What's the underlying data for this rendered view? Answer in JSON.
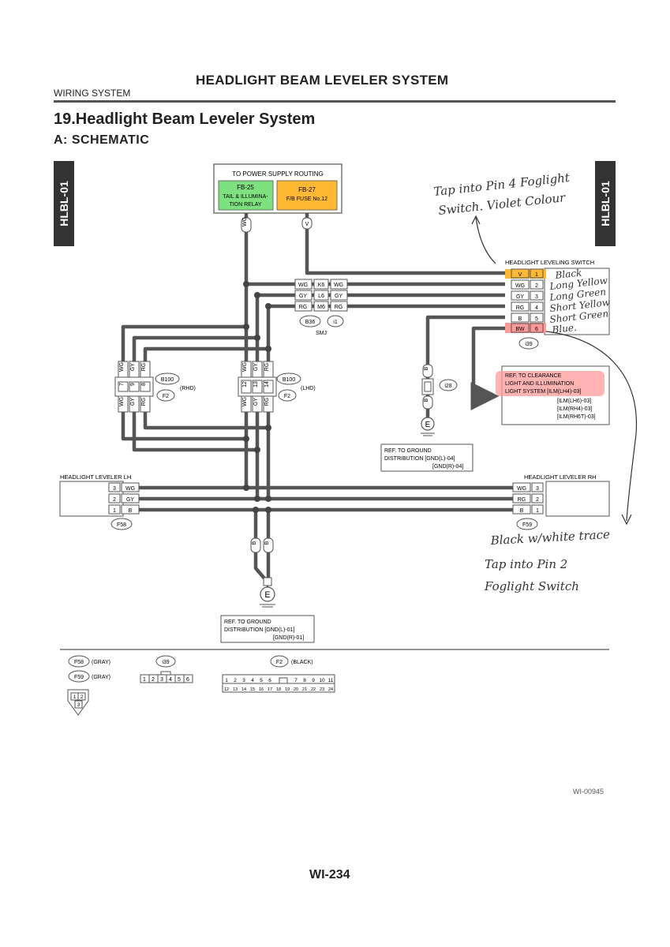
{
  "header": {
    "title": "HEADLIGHT BEAM LEVELER SYSTEM",
    "subtitle": "WIRING SYSTEM",
    "section_title": "19.Headlight Beam Leveler System",
    "section_sub": "A: SCHEMATIC",
    "tab_left": "HLBL-01",
    "tab_right": "HLBL-01"
  },
  "colors": {
    "green_highlight": "#7ee07e",
    "orange_highlight": "#ffb833",
    "red_highlight": "#ff9a9a",
    "wire": "#555555"
  },
  "power": {
    "title": "TO POWER SUPPLY ROUTING",
    "relay_code": "FB-25",
    "relay_name_1": "TAIL & ILLUMINA-",
    "relay_name_2": "TION RELAY",
    "fuse_code": "FB-27",
    "fuse_name": "F/B FUSE No.12",
    "wire_relay": "WG",
    "wire_fuse": "V"
  },
  "smj": {
    "rows": [
      {
        "left": "WG",
        "pin": "K6",
        "right": "WG"
      },
      {
        "left": "GY",
        "pin": "L6",
        "right": "GY"
      },
      {
        "left": "RG",
        "pin": "M6",
        "right": "RG"
      }
    ],
    "conn1": "B36",
    "conn2": "i1",
    "label": "SMJ"
  },
  "rhd": {
    "wires": [
      "WG",
      "GY",
      "RG"
    ],
    "pins": [
      "7",
      "9",
      "8"
    ],
    "conn1": "B100",
    "conn2": "F2",
    "label": "(RHD)"
  },
  "lhd": {
    "wires": [
      "WG",
      "GY",
      "RG"
    ],
    "pins": [
      "12",
      "13",
      "14"
    ],
    "conn1": "B100",
    "conn2": "F2",
    "label": "(LHD)"
  },
  "switch": {
    "title": "HEADLIGHT LEVELING SWITCH",
    "pins": [
      {
        "wire": "V",
        "pin": "1"
      },
      {
        "wire": "WG",
        "pin": "2"
      },
      {
        "wire": "GY",
        "pin": "3"
      },
      {
        "wire": "RG",
        "pin": "4"
      },
      {
        "wire": "B",
        "pin": "5"
      },
      {
        "wire": "BW",
        "pin": "6"
      }
    ],
    "connector": "i39"
  },
  "i28": {
    "conn": "i28",
    "wire": "B",
    "ground": "E"
  },
  "ref_clearance": {
    "line1": "REF. TO CLEARANCE",
    "line2": "LIGHT AND ILLUMINATION",
    "line3": "LIGHT SYSTEM [ILM(LH4)-03]",
    "line4": "[ILM(LH6)-03]",
    "line5": "[ILM(RH4)-03]",
    "line6": "[ILM(RH6T)-03]"
  },
  "ref_ground1": {
    "line1": "REF. TO GROUND",
    "line2": "DISTRIBUTION [GND(L)-04]",
    "line3": "[GND(R)-04]"
  },
  "ref_ground2": {
    "line1": "REF. TO GROUND",
    "line2": "DISTRIBUTION [GND(L)-01]",
    "line3": "[GND(R)-01]"
  },
  "leveler_lh": {
    "title": "HEADLIGHT LEVELER LH",
    "rows": [
      {
        "pin": "3",
        "wire": "WG"
      },
      {
        "pin": "2",
        "wire": "GY"
      },
      {
        "pin": "1",
        "wire": "B"
      }
    ],
    "connector": "F58"
  },
  "leveler_rh": {
    "title": "HEADLIGHT LEVELER RH",
    "rows": [
      {
        "wire": "WG",
        "pin": "3"
      },
      {
        "wire": "RG",
        "pin": "2"
      },
      {
        "wire": "B",
        "pin": "1"
      }
    ],
    "connector": "F59"
  },
  "ground_bottom": {
    "wire_a": "B",
    "wire_b": "B",
    "ground": "E"
  },
  "connector_legend": {
    "f58": "F58",
    "f58_color": "(GRAY)",
    "f59": "F59",
    "f59_color": "(GRAY)",
    "f58_pins": [
      "1",
      "2",
      "3"
    ],
    "i39": "i39",
    "i39_pins": [
      "1",
      "2",
      "3",
      "4",
      "5",
      "6"
    ],
    "f2": "F2",
    "f2_color": "(BLACK)",
    "f2_row1": [
      "1",
      "2",
      "3",
      "4",
      "5",
      "6",
      "",
      "7",
      "8",
      "9",
      "10",
      "11"
    ],
    "f2_row2": [
      "12",
      "13",
      "14",
      "15",
      "16",
      "17",
      "18",
      "19",
      "20",
      "21",
      "22",
      "23",
      "24"
    ]
  },
  "handwritten": {
    "note1_line1": "Tap into Pin 4 Foglight",
    "note1_line2": "Switch. Violet Colour",
    "wire_notes": [
      "Black",
      "Long Yellow",
      "Long Green",
      "Short Yellow",
      "Short Green",
      "Blue."
    ],
    "note2_line1": "Black w/white trace",
    "note2_line2": "Tap into Pin 2",
    "note2_line3": "Foglight Switch"
  },
  "footer": {
    "doc_id": "WI-00945",
    "page": "WI-234"
  }
}
